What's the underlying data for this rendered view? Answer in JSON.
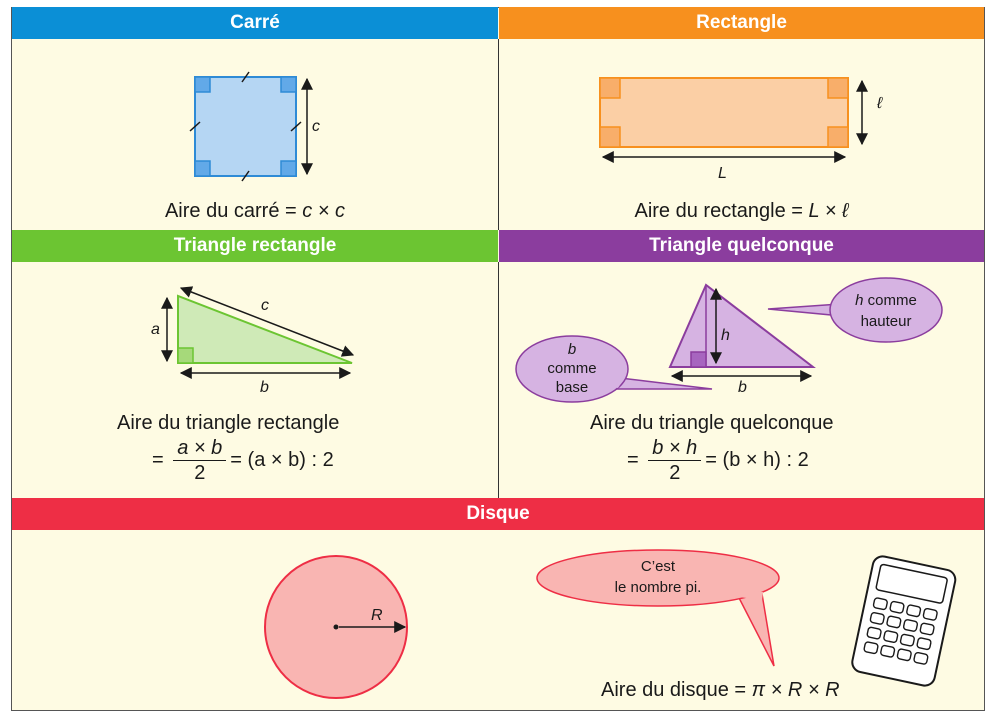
{
  "headers": {
    "carre": "Carré",
    "rectangle": "Rectangle",
    "triangle_rectangle": "Triangle rectangle",
    "triangle_quelconque": "Triangle quelconque",
    "disque": "Disque"
  },
  "colors": {
    "blue": "#0b8fd6",
    "orange": "#f7901e",
    "green": "#6cc532",
    "purple": "#8b3d9e",
    "red": "#ee2e45",
    "panel": "#fefbe3"
  },
  "carre": {
    "side_label": "c",
    "formula_text": "Aire du carré = ",
    "formula_math": "c × c"
  },
  "rectangle": {
    "length_label": "L",
    "width_label": "ℓ",
    "formula_text": "Aire du rectangle = ",
    "formula_math": "L × ℓ"
  },
  "triangle_rectangle": {
    "side_a": "a",
    "side_b": "b",
    "side_c": "c",
    "formula_line1": "Aire du triangle rectangle",
    "eq": "=",
    "num": "a × b",
    "den": "2",
    "rest": "= (a × b) : 2"
  },
  "triangle_quelconque": {
    "height_label": "h",
    "base_label": "b",
    "bubble_h_var": "h",
    "bubble_h_text1": " comme",
    "bubble_h_text2": "hauteur",
    "bubble_b_var": "b",
    "bubble_b_text1": "comme",
    "bubble_b_text2": "base",
    "formula_line1": "Aire du triangle quelconque",
    "eq": "=",
    "num": "b × h",
    "den": "2",
    "rest": "= (b × h) : 2"
  },
  "disque": {
    "radius_label": "R",
    "bubble_line1": "C’est",
    "bubble_line2": "le nombre pi.",
    "formula_text": "Aire du disque = ",
    "formula_math": "π × R × R"
  }
}
